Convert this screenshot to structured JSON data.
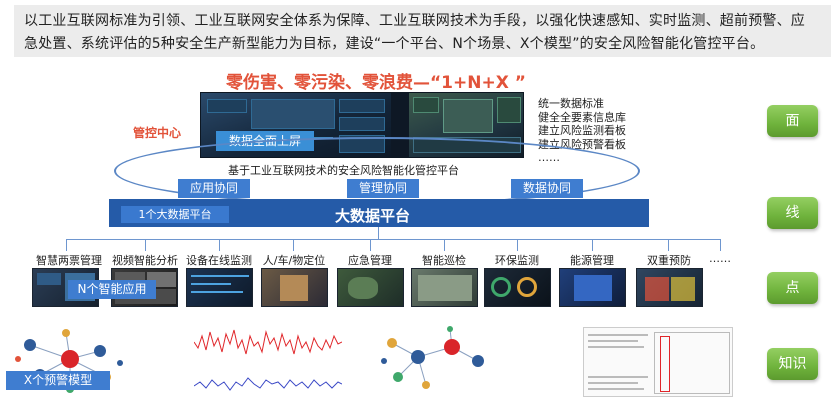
{
  "intro": "以工业互联网标准为引领、工业互联网安全体系为保障、工业互联网技术为手段，以强化快速感知、实时监测、超前预警、应急处置、系统评估的5种安全生产新型能力为目标，建设“一个平台、N个场景、X个模型”的安全风险智能化管控平台。",
  "slogan": "零伤害、零污染、零浪费—“1+N+X ”",
  "control_center": "管控中心",
  "dashboard_badge": "数据全面上屏",
  "bullets": [
    "统一数据标准",
    "健全全要素信息库",
    "建立风险监测看板",
    "建立风险预警看板",
    "……"
  ],
  "platform_ring": "基于工业互联网技术的安全风险智能化管控平台",
  "coop": [
    "应用协同",
    "管理协同",
    "数据协同"
  ],
  "bigdata": {
    "sub": "1个大数据平台",
    "title": "大数据平台"
  },
  "apps": [
    "智慧两票管理",
    "视频智能分析",
    "设备在线监测",
    "人/车/物定位",
    "应急管理",
    "智能巡检",
    "环保监测",
    "能源管理",
    "双重预防",
    "……"
  ],
  "apps_label": "N个智能应用",
  "warning_models": "X个预警模型",
  "side_buttons": [
    "面",
    "线",
    "点",
    "知识"
  ],
  "colors": {
    "accent_red": "#e2533a",
    "platform_blue": "#255ba8",
    "label_blue": "#3f7dd0",
    "button_green": "#6fb33c"
  }
}
